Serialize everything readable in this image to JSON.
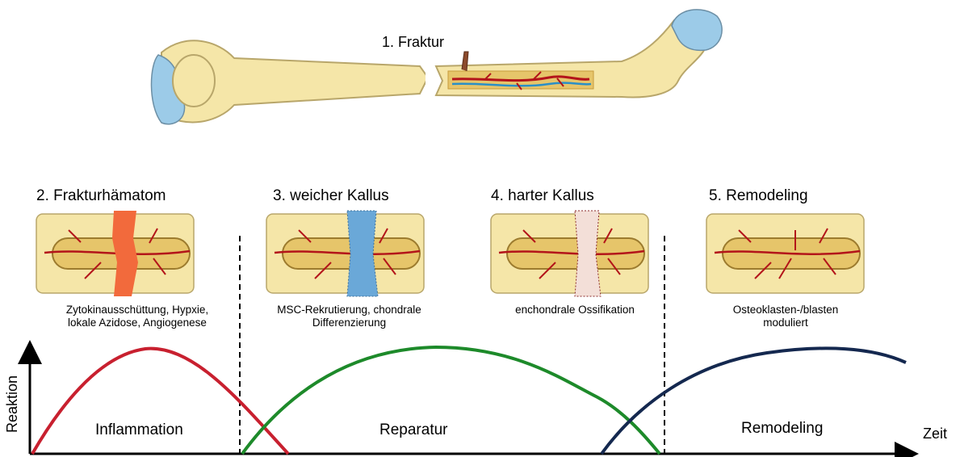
{
  "fracture": {
    "title": "1. Fraktur"
  },
  "stages": [
    {
      "title": "2. Frakturhämatom",
      "description": "Zytokinausschüttung, Hypxie, lokale Azidose, Angiogenese"
    },
    {
      "title": "3. weicher Kallus",
      "description": "MSC-Rekrutierung, chondrale Differenzierung"
    },
    {
      "title": "4. harter Kallus",
      "description": "enchondrale Ossifikation"
    },
    {
      "title": "5. Remodeling",
      "description": "Osteoklasten-/blasten moduliert"
    }
  ],
  "phases": [
    "Inflammation",
    "Reparatur",
    "Remodeling"
  ],
  "axes": {
    "y": "Reaktion",
    "x": "Zeit"
  },
  "colors": {
    "bone": "#f5e6a8",
    "bone_outline": "#b8a66a",
    "marrow": "#e6c56a",
    "cartilage": "#9ccbe8",
    "vessel": "#b3141a",
    "vein": "#2a8fc7",
    "hematoma": "#f26a3c",
    "inflammation_curve": "#c8202f",
    "repair_curve": "#1d8a2a",
    "remodeling_curve": "#14284f"
  }
}
